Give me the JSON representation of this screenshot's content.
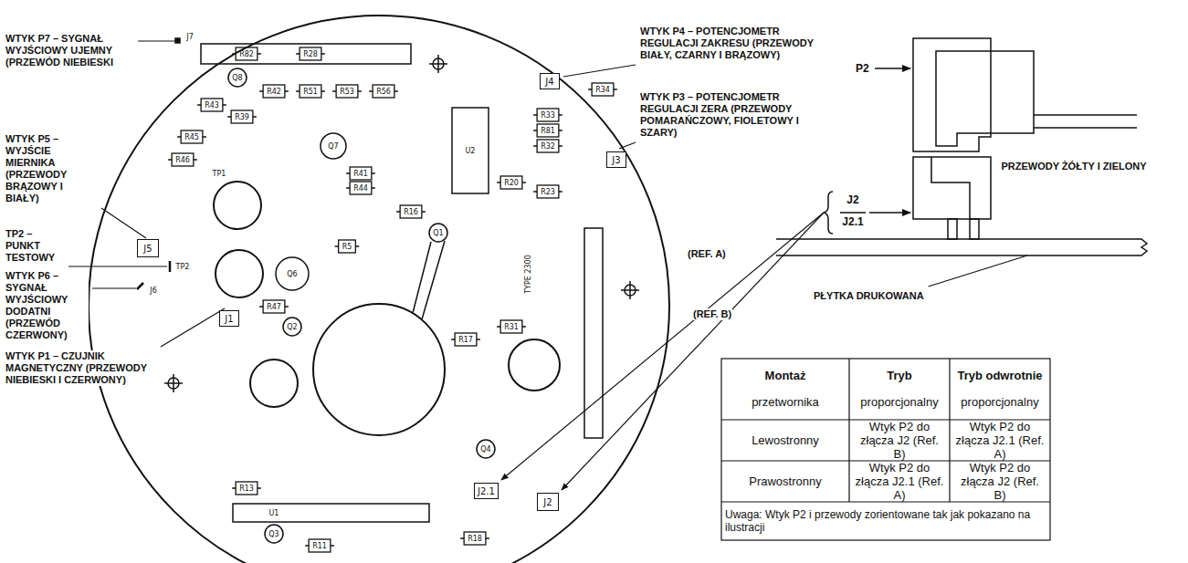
{
  "diagram": {
    "nodes": [
      {
        "text": [
          "J4"
        ]
      },
      {
        "text": [
          "J3"
        ]
      },
      {
        "text": [
          "J5"
        ]
      },
      {
        "text": [
          "J1"
        ]
      },
      {
        "text": [
          "J2.1"
        ]
      },
      {
        "text": [
          "J2"
        ]
      }
    ],
    "labels": [
      "WTYK P7 – SYGNAŁ WYJŚCIOWY UJEMNY (PRZEWÓD NIEBIESKI",
      "WTYK P5 – WYJŚCIE MIERNIKA (PRZEWODY BRĄZOWY I BIAŁY)",
      "TP2 – PUNKT TESTOWY",
      "WTYK P6 – SYGNAŁ WYJŚCIOWY DODATNI (PRZEWÓD CZERWONY)",
      "WTYK P1 – CZUJNIK MAGNETYCZNY (PRZEWODY NIEBIESKI I CZERWONY)",
      "WTYK P4 – POTENCJOMETR REGULACJI ZAKRESU (PRZEWODY BIAŁY, CZARNY I BRĄZOWY)",
      "WTYK P3 – POTENCJOMETR REGULACJI ZERA (PRZEWODY POMARAŃCZOWY, FIOLETOWY I SZARY)",
      "(REF. A)",
      "(REF. B)",
      "P2",
      "PRZEWODY ŻÓŁTY I ZIELONY",
      "J2",
      "J2.1",
      "PŁYTKA DRUKOWANA",
      "Montaż",
      "przetwornika",
      "Tryb",
      "proporcjonalny",
      "Tryb odwrotnie",
      "proporcjonalny",
      "Lewostronny",
      "Wtyk P2 do złącza J2 (Ref. B)",
      "Wtyk P2 do złącza J2.1 (Ref. A)",
      "Prawostronny",
      "Wtyk P2 do złącza J2.1 (Ref. A)",
      "Wtyk P2 do złącza J2 (Ref. B)",
      "Uwaga: Wtyk P2 i przewody zorientowane tak jak pokazano na ilustracji",
      "TP2",
      "TP1",
      "J6",
      "J7",
      "Q1",
      "Q2",
      "Q3",
      "Q4",
      "Q6",
      "Q7",
      "Q8",
      "U1",
      "U2",
      "TYPE 2300",
      "R82",
      "R28",
      "R39",
      "R42",
      "R51",
      "R53",
      "R56",
      "R33",
      "R81",
      "R32",
      "R23",
      "R5",
      "R47",
      "R41",
      "R44",
      "R43",
      "R45",
      "R46",
      "R13",
      "R11",
      "R18",
      "R16",
      "R17",
      "R31",
      "R20",
      "R34"
    ]
  }
}
